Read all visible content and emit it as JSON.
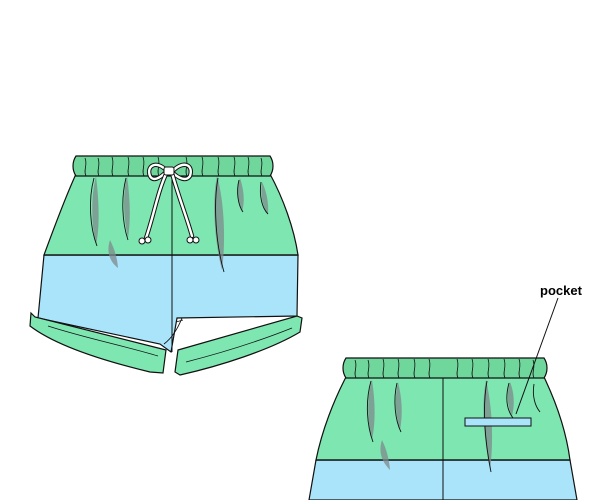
{
  "diagram": {
    "callout": {
      "label": "pocket"
    },
    "colors": {
      "waistband": "#6fd79c",
      "upper_panel": "#7ee6b1",
      "lower_panel": "#a9e4fb",
      "cuff": "#7ee6b1",
      "drawstring": "#ffffff",
      "outline": "#111111",
      "fold_shadow": "#7f8a8c",
      "pocket_fill": "#a9e4fb"
    },
    "views": [
      {
        "view": "front",
        "features": [
          "waistband",
          "drawstring",
          "upper-panel",
          "lower-panel",
          "leg-cuffs",
          "fly"
        ]
      },
      {
        "view": "back",
        "features": [
          "waistband",
          "upper-panel",
          "lower-panel",
          "pocket"
        ]
      }
    ]
  }
}
